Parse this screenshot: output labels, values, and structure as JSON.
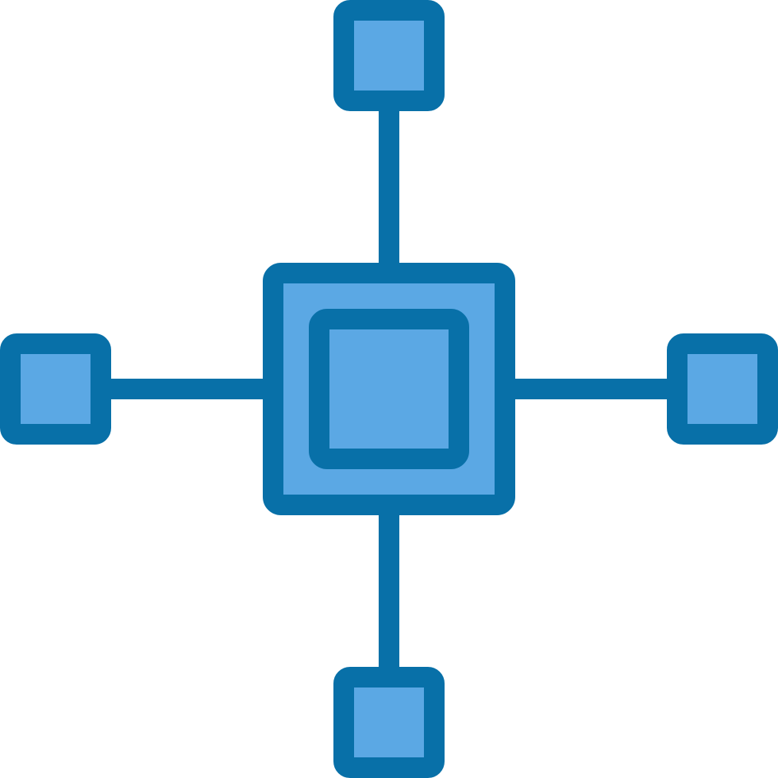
{
  "icon": {
    "name": "network-hub-icon",
    "colors": {
      "stroke": "#0870a8",
      "fill": "#5ba8e4",
      "background": "#ffffff"
    },
    "nodes": [
      "top-node",
      "left-node",
      "right-node",
      "bottom-node"
    ],
    "center": "hub-node"
  }
}
